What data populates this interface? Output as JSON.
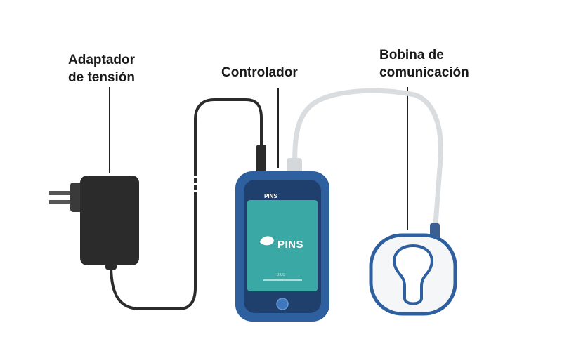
{
  "labels": {
    "adapter": [
      "Adaptador",
      "de tensión"
    ],
    "controller": "Controlador",
    "coil": [
      "Bobina de",
      "comunicación"
    ]
  },
  "device": {
    "brand_small": "PINS",
    "brand_main": "PINS",
    "screen_line": "0:00"
  },
  "colors": {
    "device_body": "#2e5f9e",
    "screen": "#3aa8a4",
    "adapter": "#2b2b2b",
    "coil_cable": "#d9dde0",
    "text": "#1a1a1a"
  },
  "icons": {
    "logo": "pins-logo-icon",
    "home": "home-button-icon",
    "plug": "plug-prongs-icon",
    "coil": "coil-icon"
  }
}
